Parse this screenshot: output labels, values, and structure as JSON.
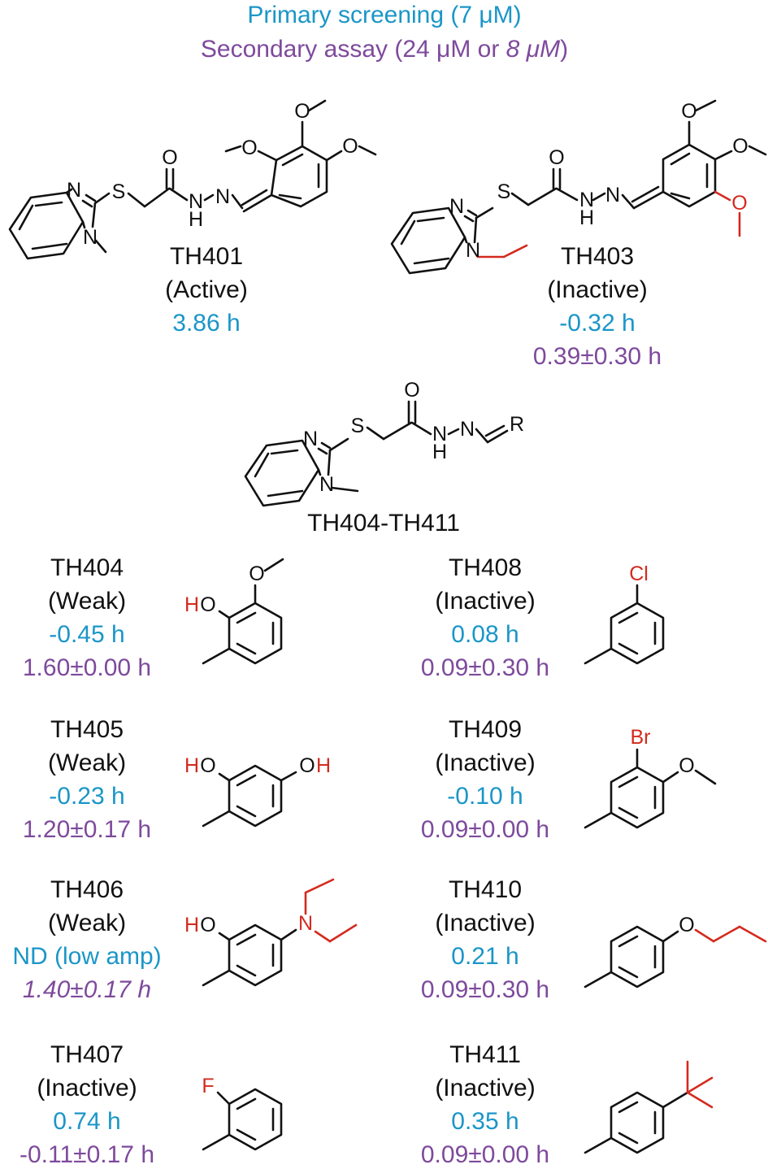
{
  "header": {
    "primary": "Primary screening (7 μM)",
    "secondary_main": "Secondary assay (24 μM or ",
    "secondary_italic": "8 μM",
    "secondary_end": ")"
  },
  "colors": {
    "primary": "#1b96c8",
    "secondary": "#7e4a9c",
    "highlight": "#d42a1e",
    "text": "#111111"
  },
  "atoms": {
    "N": "N",
    "S": "S",
    "O": "O",
    "H": "H",
    "R": "R",
    "HO": "HO",
    "OH": "OH",
    "Cl": "Cl",
    "Br": "Br",
    "F": "F"
  },
  "scaffold_label": "TH404-TH411",
  "compounds": {
    "TH401": {
      "name": "TH401",
      "status": "(Active)",
      "primary": "3.86 h"
    },
    "TH403": {
      "name": "TH403",
      "status": "(Inactive)",
      "primary": "-0.32 h",
      "secondary": "0.39±0.30 h"
    },
    "TH404": {
      "name": "TH404",
      "status": "(Weak)",
      "primary": "-0.45 h",
      "secondary": "1.60±0.00 h"
    },
    "TH405": {
      "name": "TH405",
      "status": "(Weak)",
      "primary": "-0.23 h",
      "secondary": "1.20±0.17 h"
    },
    "TH406": {
      "name": "TH406",
      "status": "(Weak)",
      "primary": "ND (low amp)",
      "secondary": "1.40±0.17 h"
    },
    "TH407": {
      "name": "TH407",
      "status": "(Inactive)",
      "primary": "0.74 h",
      "secondary": "-0.11±0.17 h"
    },
    "TH408": {
      "name": "TH408",
      "status": "(Inactive)",
      "primary": "0.08 h",
      "secondary": "0.09±0.30 h"
    },
    "TH409": {
      "name": "TH409",
      "status": "(Inactive)",
      "primary": "-0.10 h",
      "secondary": "0.09±0.00 h"
    },
    "TH410": {
      "name": "TH410",
      "status": "(Inactive)",
      "primary": "0.21 h",
      "secondary": "0.09±0.30 h"
    },
    "TH411": {
      "name": "TH411",
      "status": "(Inactive)",
      "primary": "0.35 h",
      "secondary": "0.09±0.00 h"
    }
  }
}
